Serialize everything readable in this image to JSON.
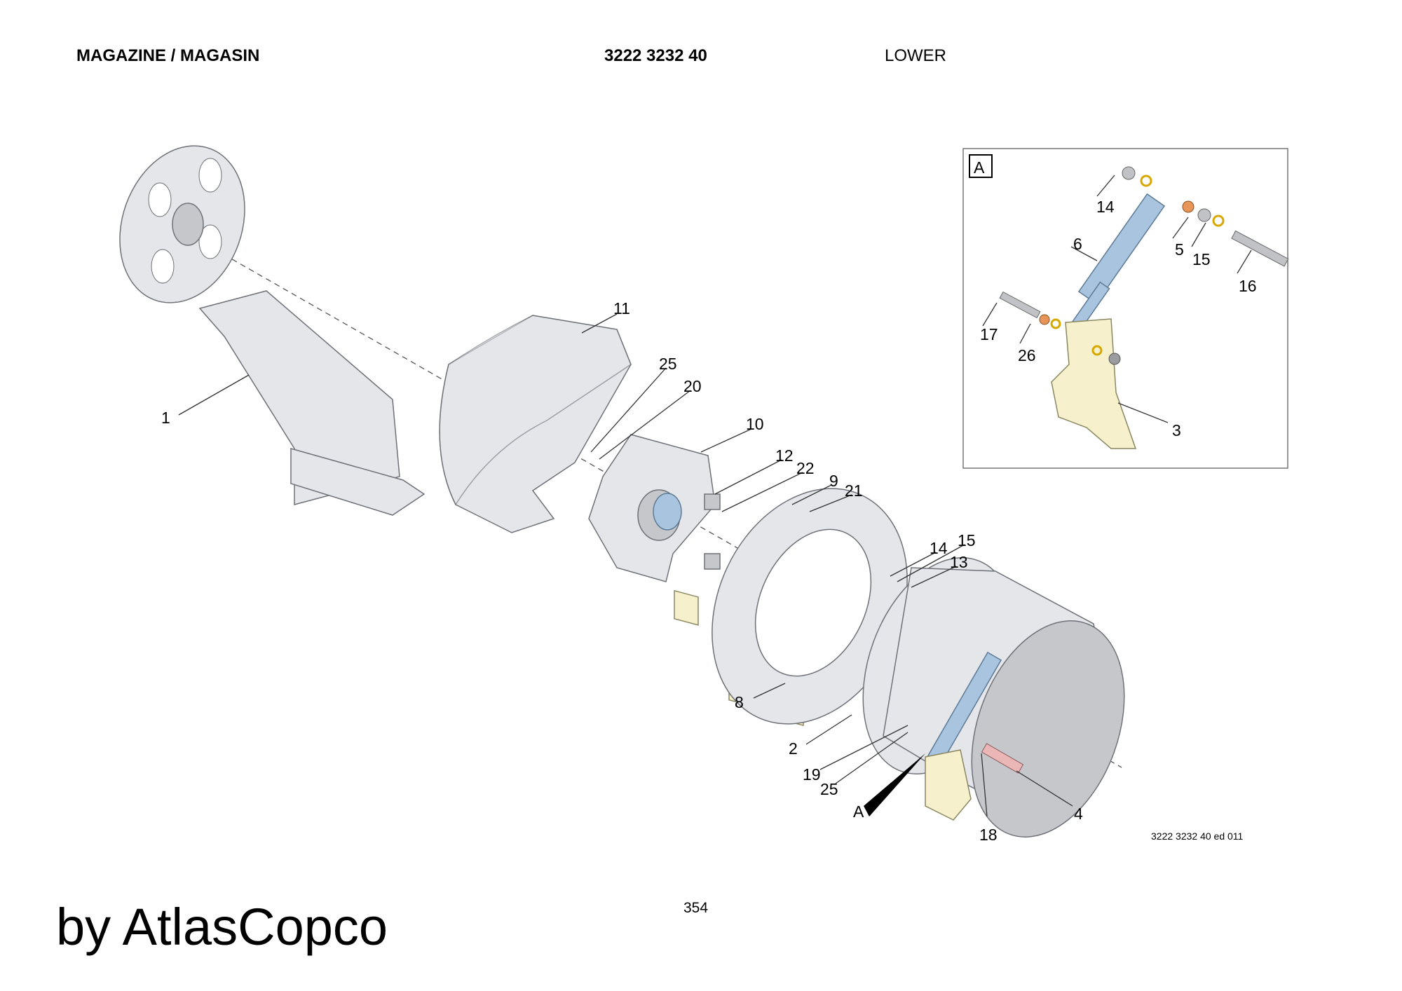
{
  "header": {
    "title": "MAGAZINE / MAGASIN",
    "part_number": "3222 3232 40",
    "variant": "LOWER"
  },
  "drawing": {
    "callouts": [
      "1",
      "11",
      "25",
      "20",
      "10",
      "12",
      "22",
      "9",
      "21",
      "14",
      "15",
      "13",
      "8",
      "2",
      "19",
      "25",
      "A",
      "18",
      "4"
    ],
    "detail": {
      "label": "A",
      "callouts": [
        "14",
        "6",
        "5",
        "15",
        "16",
        "17",
        "26",
        "3"
      ]
    },
    "reference": "3222 3232 40 ed 011"
  },
  "footer": {
    "page_number": "354",
    "brand": "by AtlasCopco"
  }
}
